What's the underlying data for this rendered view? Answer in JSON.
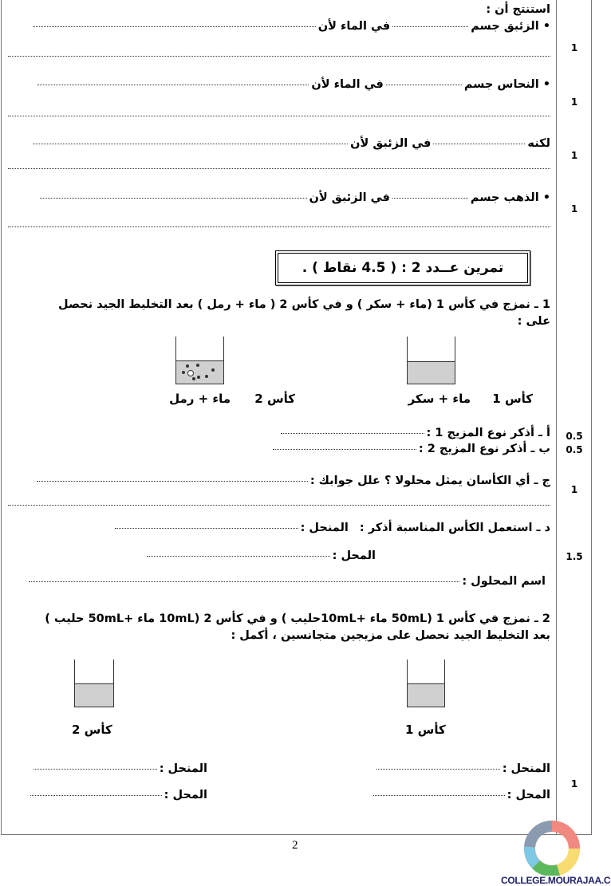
{
  "exercise1": {
    "conclude": "استنتج أن :",
    "mercury": {
      "a": "• الزئبق جسم",
      "b": "في الماء لأن"
    },
    "copper": {
      "a": "• النحاس جسم",
      "b": "في الماء لأن"
    },
    "but": {
      "a": "لكنه",
      "b": "في الزئبق لأن"
    },
    "gold": {
      "a": "• الذهب جسم",
      "b": "في الزئبق لأن"
    },
    "points": [
      "1",
      "1",
      "1",
      "1"
    ]
  },
  "exercise2": {
    "title": "تمرين عــدد 2 : ( 4.5 نقاط ) .",
    "q1_line1": "1 ـ نمزج في كأس 1 (ماء + سكر ) و في كأس 2 ( ماء + رمل ) بعد التخليط الجيد نحصل",
    "q1_line2": "على :",
    "glass1_label": "كأس 1",
    "glass1_content": "ماء + سكر",
    "glass2_label": "كأس 2",
    "glass2_content": "ماء + رمل",
    "qa": "أ ـ  أذكر نوع المزيج 1 :",
    "qb": "ب ـ أذكر نوع المزيج 2 :",
    "qc": "ج ـ أي الكأسان يمثل محلولا ؟ علل جوابك :",
    "qd": "د ـ استعمل الكأس المناسبة  أذكر :",
    "solute": "المنحل :",
    "solvent": "المحل :",
    "solution_name": "اسم المحلول :",
    "q2_line1": "2 ـ نمزج في كأس 1 (50mL ماء +10mLحليب ) و في كأس 2 (10mL ماء +50mL حليب )",
    "q2_line2": "بعد التخليط الجيد نحصل على مزيجين متجانسين ، أكمل  :",
    "glass1_label_b": "كأس 1",
    "glass2_label_b": "كأس 2",
    "points": {
      "qa": "0.5",
      "qb": "0.5",
      "qc": "1",
      "qd": "1.5",
      "q2": "1"
    }
  },
  "footer": {
    "page_number": "2",
    "logo_text": "COLLEGE.MOURAJAA.COM"
  }
}
